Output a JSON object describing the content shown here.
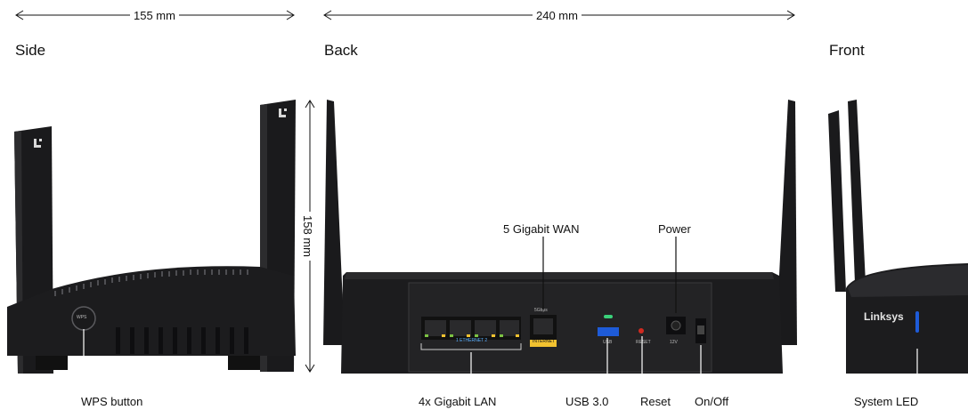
{
  "views": {
    "side": "Side",
    "back": "Back",
    "front": "Front"
  },
  "dimensions": {
    "depth": "155 mm",
    "width": "240 mm",
    "height": "158 mm"
  },
  "callouts": {
    "wps_button": "WPS button",
    "wan": "5 Gigabit WAN",
    "power": "Power",
    "lan": "4x Gigabit LAN",
    "usb": "USB 3.0",
    "reset": "Reset",
    "onoff": "On/Off",
    "system_led": "System LED"
  },
  "device_markings": {
    "wps": "WPS",
    "brand": "Linksys",
    "internet_port": "INTERNET",
    "ethernet_ports": "1 ETHERNET 2",
    "usb_port": "USB",
    "reset_port": "RESET",
    "power_port": "12V",
    "wan_speed": "5Gbps"
  },
  "colors": {
    "body": "#1c1c1e",
    "accent_blue": "#1e5bd8",
    "port_green": "#7cc243",
    "port_yellow": "#f2c230",
    "led_green": "#3ad17a",
    "reset_red": "#d02a20"
  }
}
